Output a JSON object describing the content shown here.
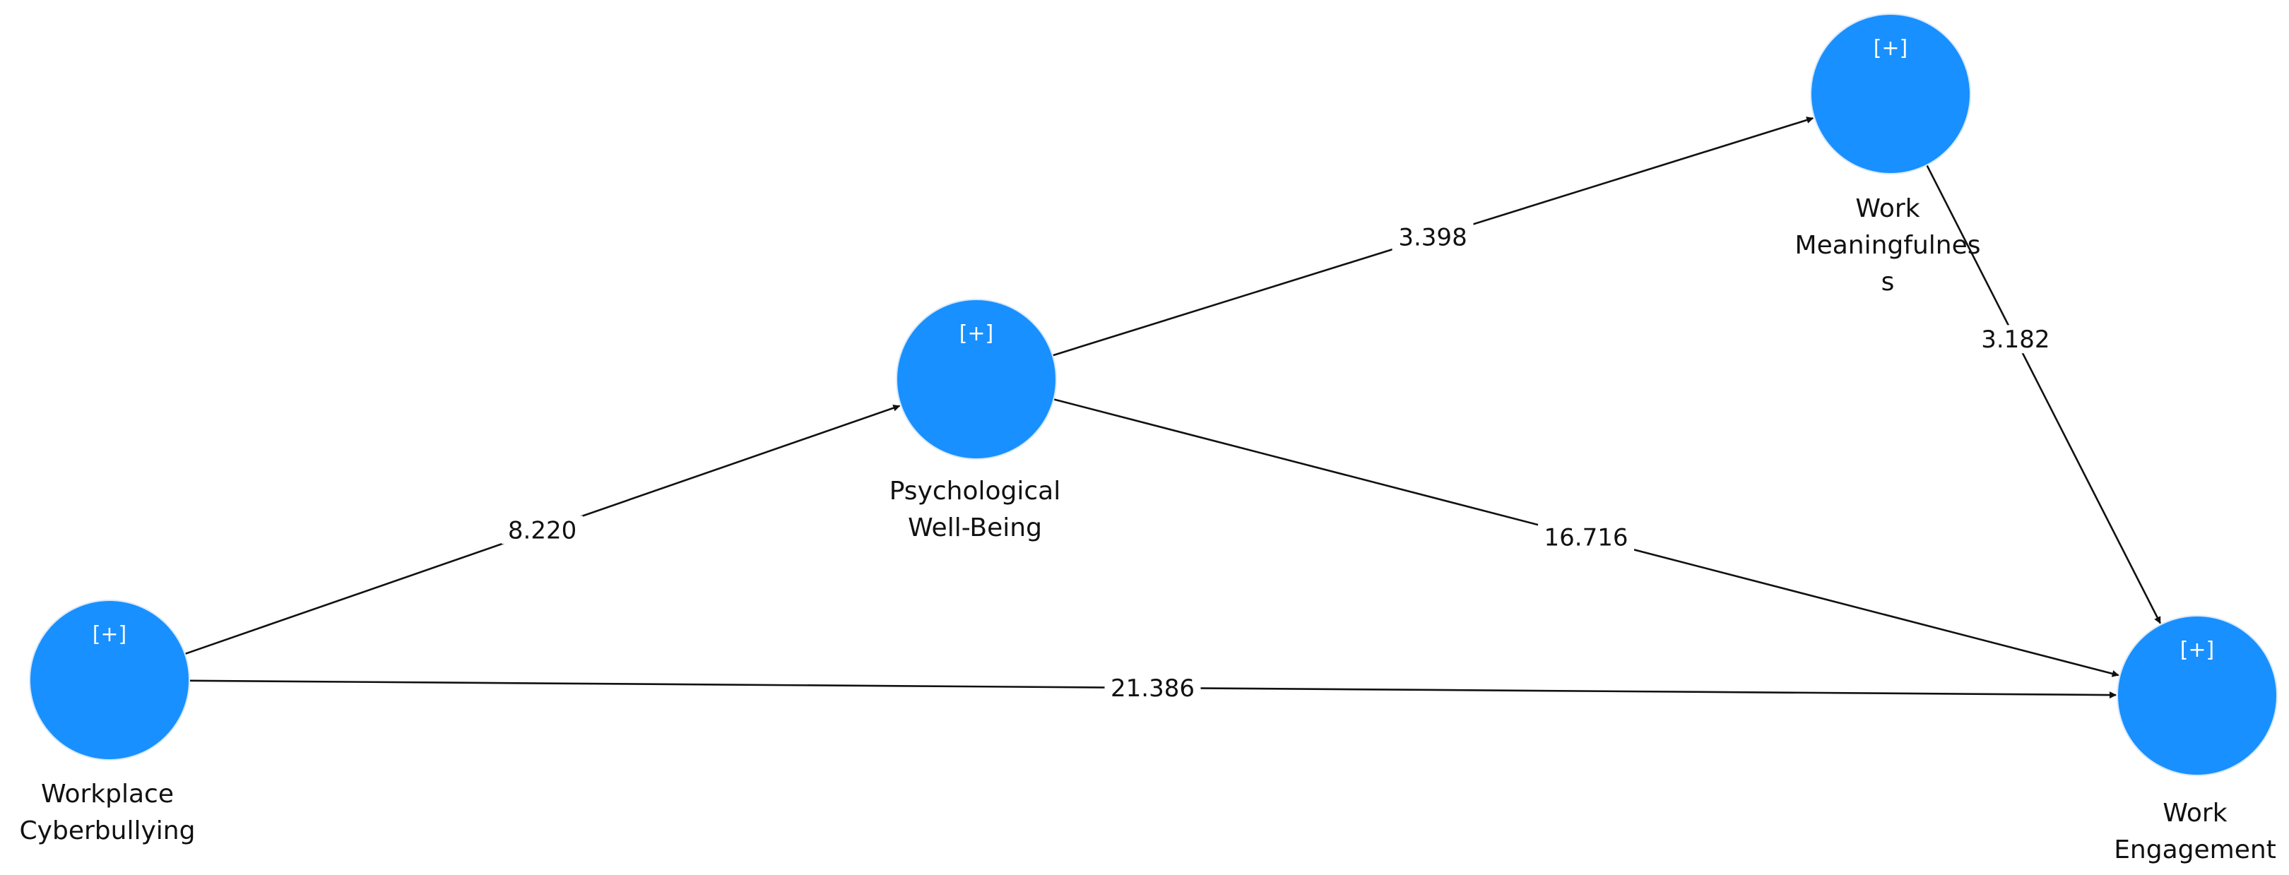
{
  "nodes": [
    {
      "id": "wc",
      "label_lines": [
        "Workplace",
        "Cyberbullying"
      ],
      "expand": "[+]"
    },
    {
      "id": "pwb",
      "label_lines": [
        "Psychological",
        "Well-Being"
      ],
      "expand": "[+]"
    },
    {
      "id": "wm",
      "label_lines": [
        "Work",
        "Meaningfulnes",
        "s"
      ],
      "expand": "[+]"
    },
    {
      "id": "we",
      "label_lines": [
        "Work",
        "Engagement"
      ],
      "expand": "[+]"
    }
  ],
  "edges": [
    {
      "from": "wc",
      "to": "pwb",
      "label": "8.220"
    },
    {
      "from": "pwb",
      "to": "wm",
      "label": "3.398"
    },
    {
      "from": "pwb",
      "to": "we",
      "label": "16.716"
    },
    {
      "from": "wm",
      "to": "we",
      "label": "3.182"
    },
    {
      "from": "wc",
      "to": "we",
      "label": "21.386"
    }
  ],
  "colors": {
    "node_fill": "#1890ff",
    "edge": "#111111",
    "label_text": "#111111"
  }
}
